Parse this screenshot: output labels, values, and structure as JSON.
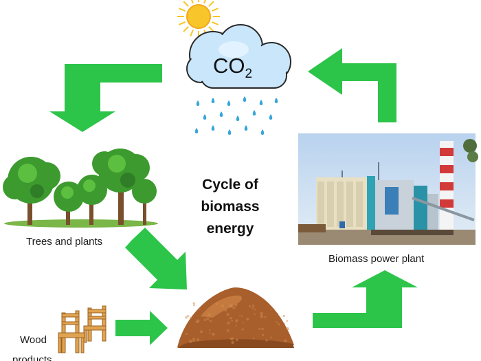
{
  "title": {
    "line1": "Cycle of",
    "line2": "biomass",
    "line3": "energy"
  },
  "cloud": {
    "main": "CO",
    "sub": "2"
  },
  "labels": {
    "trees": "Trees and plants",
    "plant": "Biomass power plant",
    "wood_line1": "Wood",
    "wood_line2": "products"
  },
  "colors": {
    "arrow": "#2dc44a",
    "sun": "#f7c51e",
    "cloud": "#c9e6fb",
    "rain": "#36a6d8",
    "soil": "#a85f2c",
    "foliage": "#3c9a2e"
  },
  "icons": [
    "sun-icon",
    "cloud-icon",
    "tree-icon",
    "power-plant-icon",
    "chair-icon",
    "biomass-pile-icon"
  ]
}
